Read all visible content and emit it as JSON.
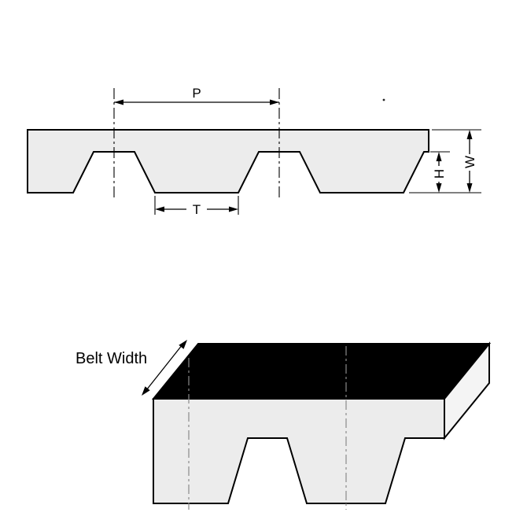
{
  "figure": {
    "background_color": "#ffffff",
    "line_color": "#000000",
    "belt_fill_color": "#ececec",
    "top_surface_color": "#000000",
    "end_face_color": "#f4f4f4",
    "cross_section_labels": {
      "pitch": "P",
      "tooth_width": "T",
      "tooth_height": "H",
      "belt_thickness": "W"
    },
    "perspective_labels": {
      "belt_width": "Belt Width"
    }
  }
}
